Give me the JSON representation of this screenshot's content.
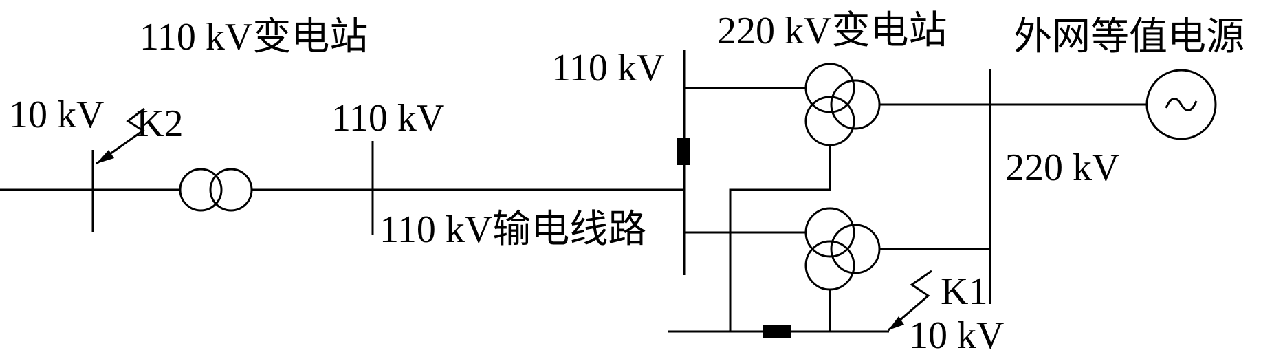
{
  "labels": {
    "substation_110": "110 kV变电站",
    "substation_220": "220 kV变电站",
    "external_source": "外网等值电源",
    "bus_10kv_left": "10 kV",
    "fault_k2": "K2",
    "bus_110kv_mid": "110 kV",
    "bus_110kv_right": "110 kV",
    "bus_220kv": "220 kV",
    "line_110kv": "110 kV输电线路",
    "fault_k1": "K1",
    "bus_10kv_bottom": "10 kV"
  }
}
